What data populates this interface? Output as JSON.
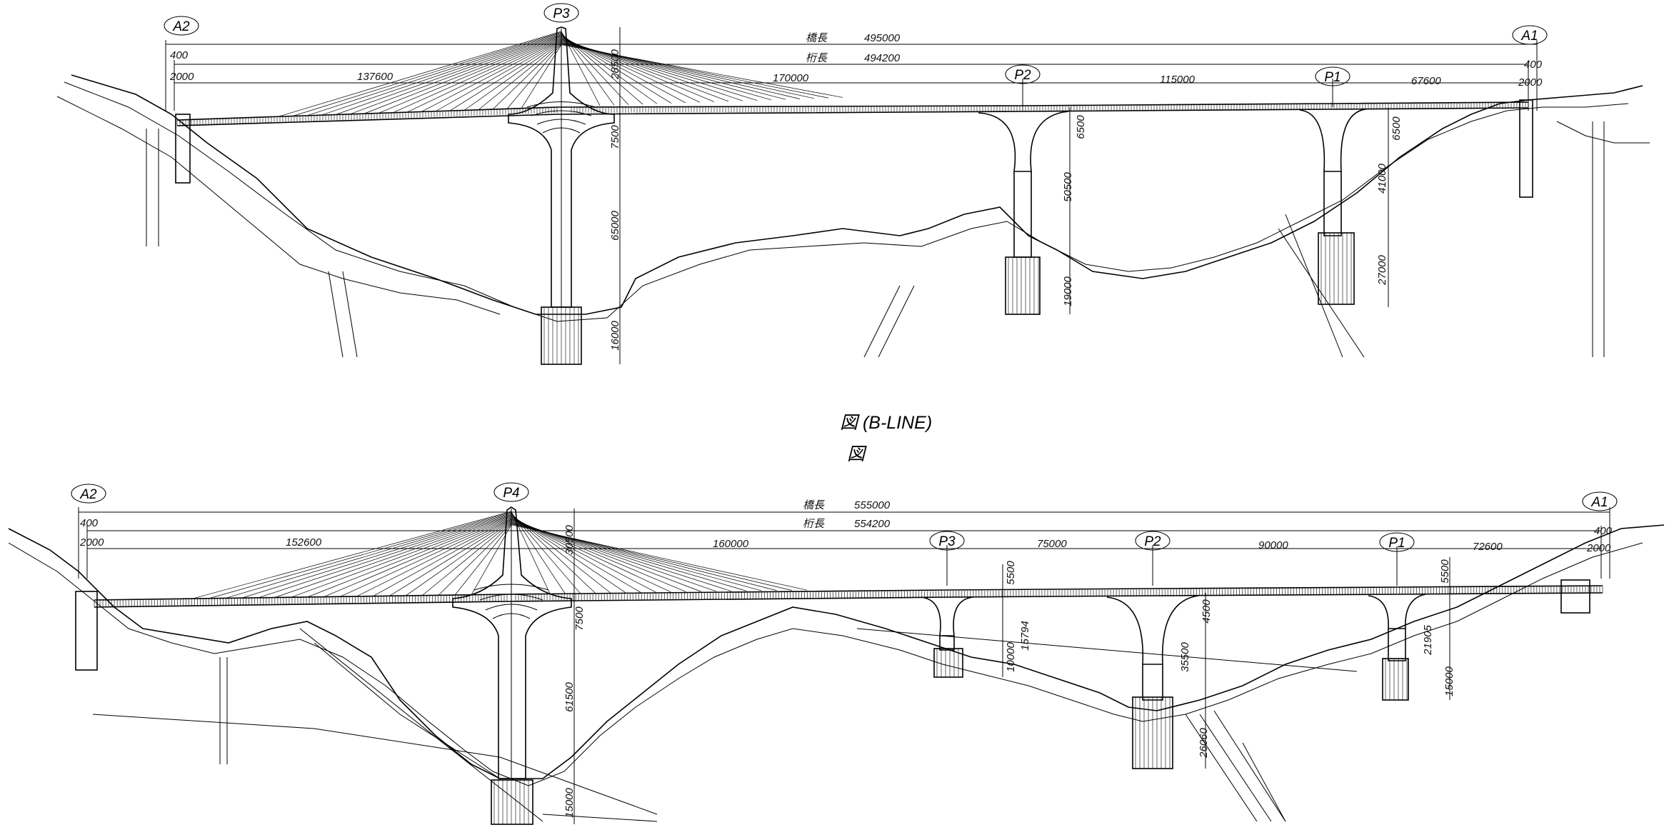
{
  "caption": {
    "title": "図 (B-LINE)",
    "subtitle": "図"
  },
  "upper": {
    "abutment_left": "A2",
    "abutment_right": "A1",
    "tower": "P3",
    "piers": [
      "P2",
      "P1"
    ],
    "bridge_length_label": "橋長",
    "bridge_length": "495000",
    "girder_length_label": "桁長",
    "girder_length": "494200",
    "end_dims": [
      "400",
      "2000",
      "400",
      "2000"
    ],
    "spans": [
      "137600",
      "170000",
      "115000",
      "67600"
    ],
    "vertical_dims": [
      "28500",
      "7500",
      "65000",
      "16000",
      "6500",
      "50500",
      "19000",
      "6500",
      "41000",
      "27000"
    ]
  },
  "lower": {
    "abutment_left": "A2",
    "abutment_right": "A1",
    "tower": "P4",
    "piers": [
      "P3",
      "P2",
      "P1"
    ],
    "bridge_length_label": "橋長",
    "bridge_length": "555000",
    "girder_length_label": "桁長",
    "girder_length": "554200",
    "end_dims": [
      "400",
      "2000",
      "400",
      "2000"
    ],
    "spans": [
      "152600",
      "160000",
      "75000",
      "90000",
      "72600"
    ],
    "vertical_dims": [
      "30500",
      "7500",
      "61500",
      "15000",
      "5500",
      "10000",
      "15794",
      "4500",
      "35500",
      "26060",
      "5500",
      "21905",
      "15000"
    ]
  }
}
